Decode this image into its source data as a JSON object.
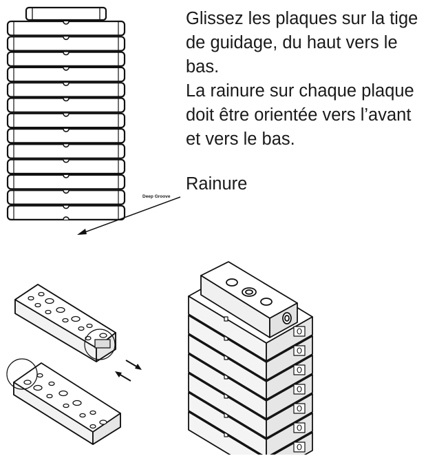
{
  "instructions": {
    "line1": "Glissez les plaques sur la tige",
    "line2": "de guidage, du haut vers le",
    "line3": "bas.",
    "line4": "La rainure sur chaque plaque",
    "line5": "doit être orientée vers l’avant",
    "line6": "et vers le bas."
  },
  "labels": {
    "rainure": "Rainure",
    "deep_groove": "Deep Groove"
  },
  "figure": {
    "front_stack_plates": 13,
    "iso_stack_plates": 7
  }
}
